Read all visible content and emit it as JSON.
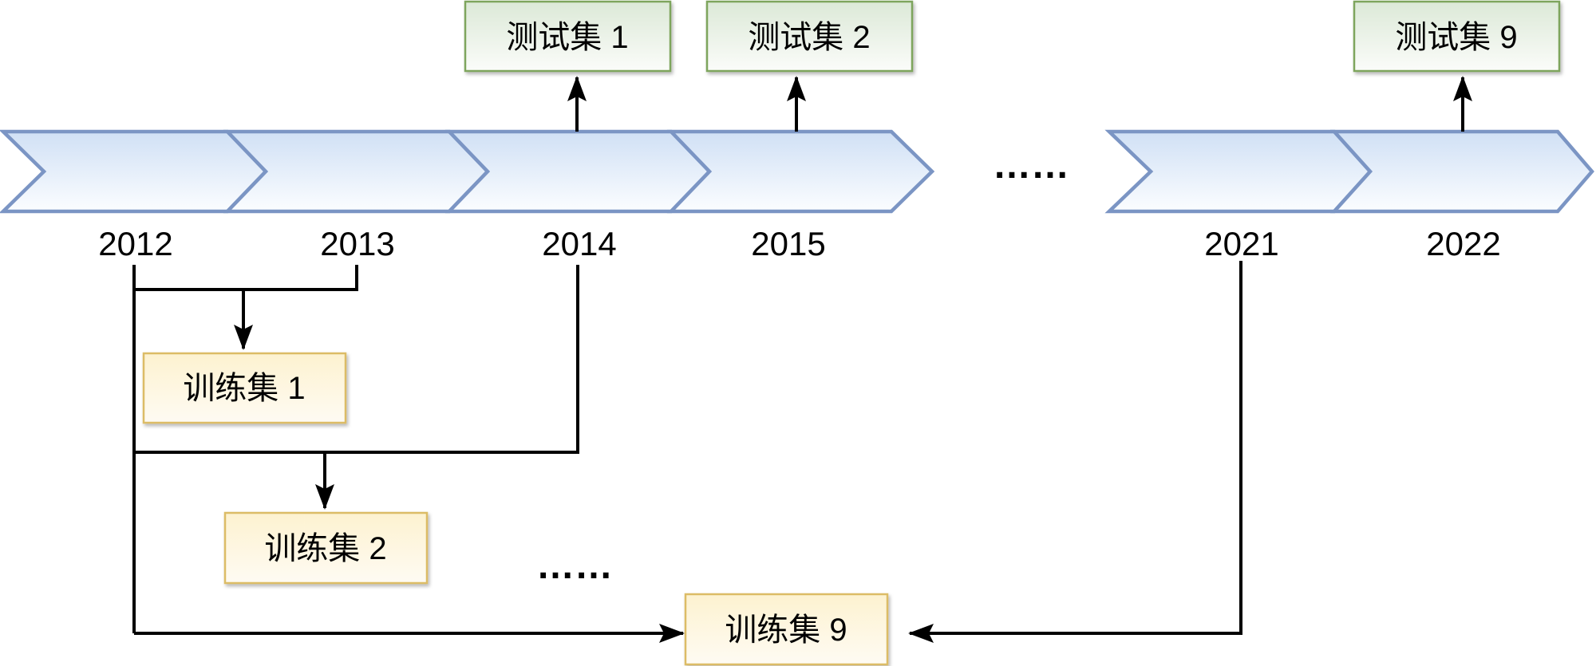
{
  "colors": {
    "background": "#ffffff",
    "line": "#000000",
    "text": "#000000",
    "chevron_border": "#7b95c4",
    "chevron_fill_top": "#d0e0f5",
    "chevron_fill_bottom": "#fbfdff",
    "test_box_border": "#7ea55d",
    "test_box_fill_top": "#dce9d7",
    "test_box_fill_bottom": "#fbfcfa",
    "train_box_border": "#dcbc66",
    "train_box_fill_top": "#fdf2d0",
    "train_box_fill_bottom": "#fefbf3"
  },
  "timeline": {
    "years": [
      "2012",
      "2013",
      "2014",
      "2015",
      "2021",
      "2022"
    ],
    "gap_ellipsis": "……"
  },
  "test_sets": [
    "测试集 1",
    "测试集 2",
    "测试集 9"
  ],
  "train_sets": [
    "训练集 1",
    "训练集 2",
    "训练集 9"
  ],
  "train_gap_ellipsis": "……"
}
